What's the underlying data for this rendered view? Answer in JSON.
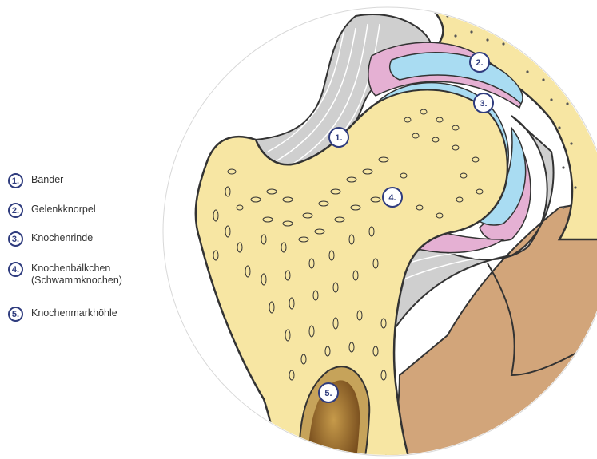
{
  "legend": [
    {
      "number": "1.",
      "label": "Bänder"
    },
    {
      "number": "2.",
      "label": "Gelenkknorpel"
    },
    {
      "number": "3.",
      "label": "Knochenrinde"
    },
    {
      "number": "4.",
      "label": "Knochenbälkchen",
      "label2": "(Schwammknochen)"
    },
    {
      "number": "5.",
      "label": "Knochenmarkhöhle"
    }
  ],
  "markers": [
    "1.",
    "2.",
    "3.",
    "4.",
    "5."
  ],
  "colors": {
    "accent": "#2f3c7e",
    "bone": "#f7e6a3",
    "cartilage": "#a9dcf2",
    "synovia": "#e5b0d3",
    "ligament": "#cfcfcf",
    "marrow": "#7a5020",
    "muscle": "#d2a57a"
  }
}
